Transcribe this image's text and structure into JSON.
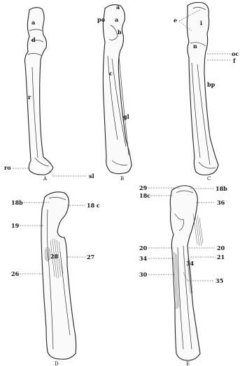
{
  "figure": {
    "panel_a": {
      "caption": "A",
      "labels": {
        "a": "a",
        "d": "d",
        "r": "r",
        "ro": "ro",
        "sl": "sl"
      }
    },
    "panel_b": {
      "caption": "B",
      "labels": {
        "po": "po",
        "a": "a",
        "b": "b",
        "c": "c",
        "gl": "gl"
      }
    },
    "panel_c": {
      "caption": "C",
      "labels": {
        "e": "e",
        "i": "i",
        "n": "n",
        "oc": "oc",
        "f": "f",
        "bp": "bp"
      }
    },
    "panel_d": {
      "caption": "D",
      "labels": {
        "l18b": "18b",
        "l18c": "18 c",
        "l19": "19",
        "l28": "28",
        "l27": "27",
        "l26": "26"
      }
    },
    "panel_e": {
      "caption": "E",
      "labels": {
        "l29": "29",
        "l18b": "18b",
        "l18c": "18c",
        "l36": "36",
        "l20a": "20",
        "l20b": "20",
        "l34a": "34",
        "l21": "21",
        "l34b": "34",
        "l30": "30",
        "l35": "35"
      }
    }
  }
}
